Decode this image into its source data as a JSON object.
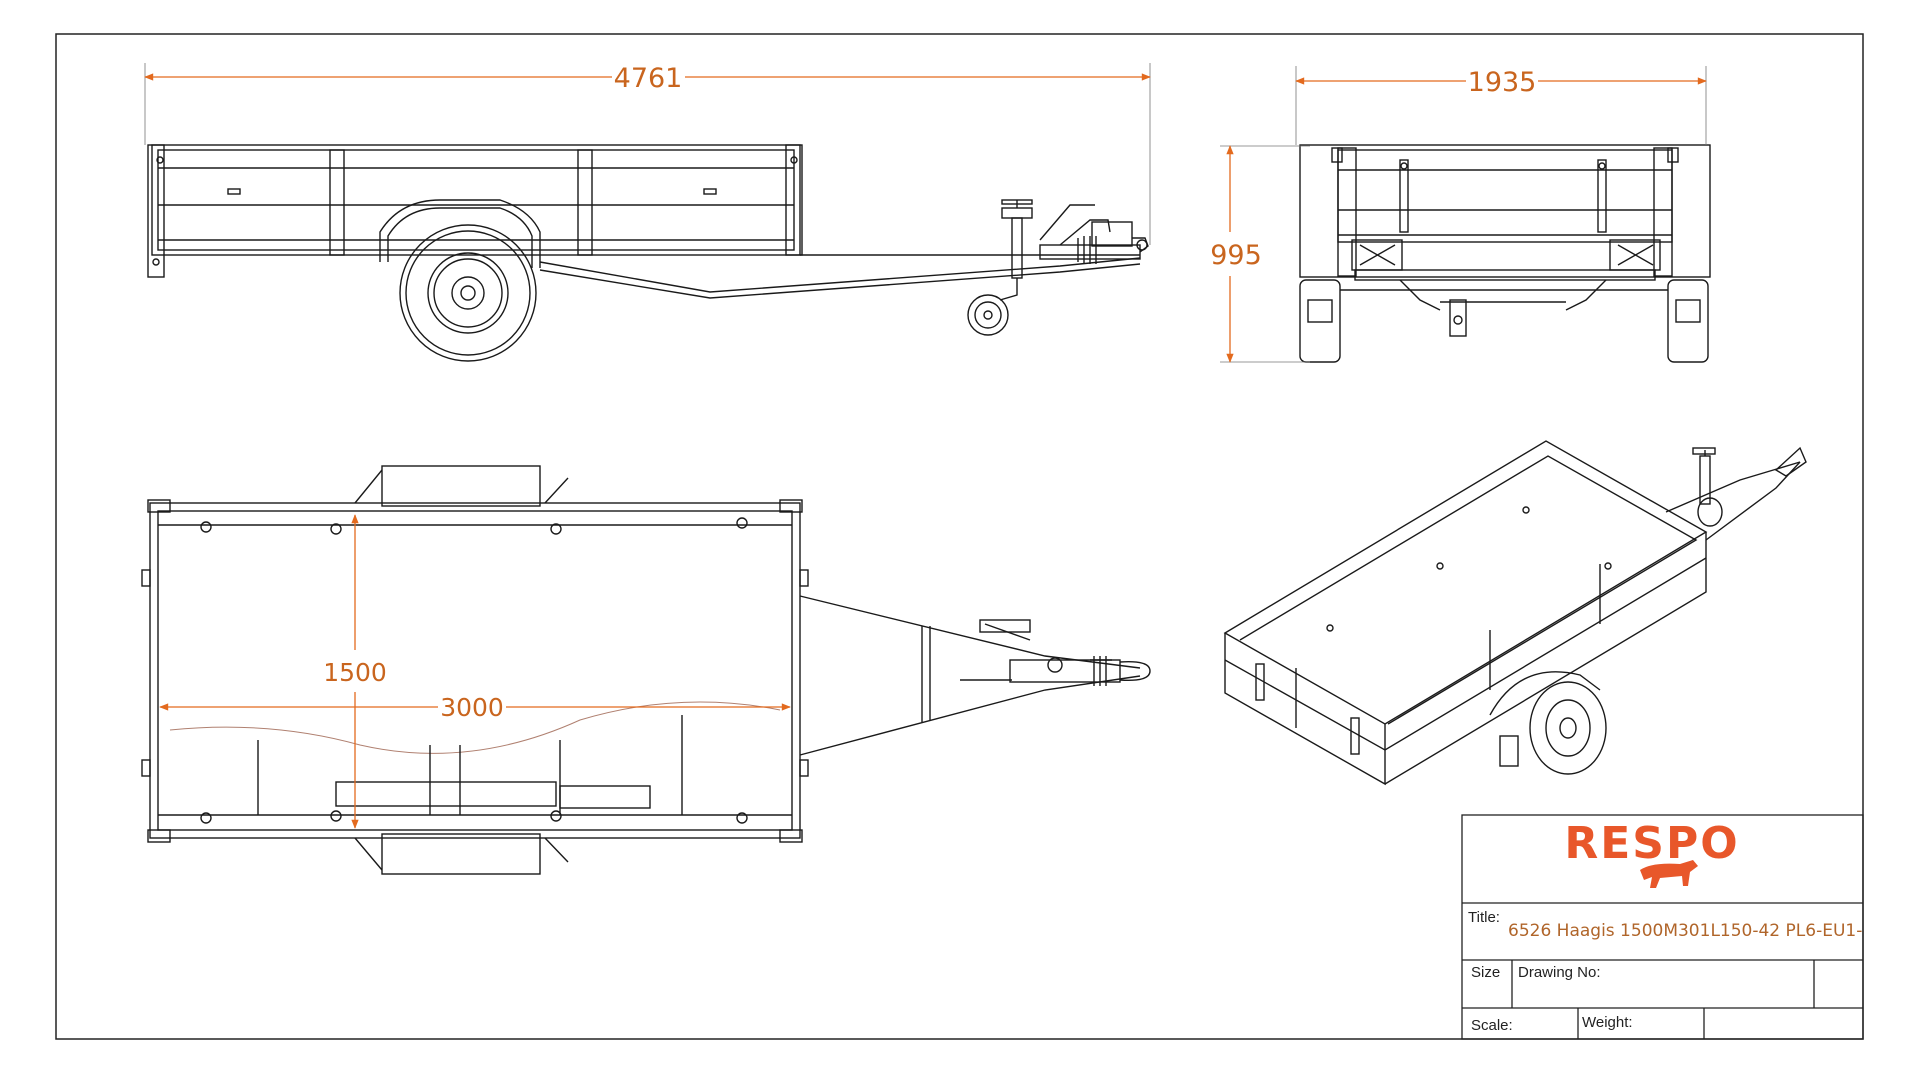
{
  "dimensions": {
    "side_length": "4761",
    "rear_width": "1935",
    "rear_height": "995",
    "top_width": "1500",
    "top_length": "3000"
  },
  "title_block": {
    "brand": "RESPO",
    "title_label": "Title:",
    "title_value": "6526 Haagis 1500M301L150-42 PL6-EU1-",
    "size_label": "Size",
    "drawing_no_label": "Drawing No:",
    "scale_label": "Scale:",
    "weight_label": "Weight:"
  },
  "colors": {
    "dimension": "#e36a1e",
    "brand": "#e8572a",
    "line": "#1a1a1a"
  }
}
